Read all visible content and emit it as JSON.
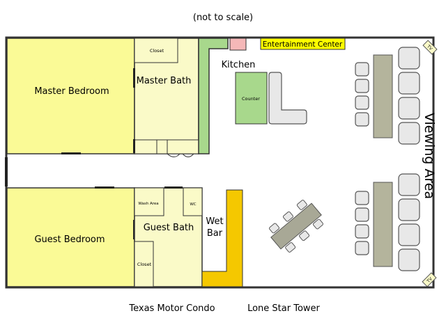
{
  "header": {
    "note": "(not to scale)"
  },
  "rooms": {
    "master_bedroom": "Master Bedroom",
    "master_bath": "Master Bath",
    "master_closet": "Closet",
    "guest_bedroom": "Guest Bedroom",
    "guest_bath": "Guest Bath",
    "guest_closet": "Closet",
    "wash_area": "Wash Area",
    "wc": "WC",
    "kitchen": "Kitchen",
    "counter": "Counter",
    "wet_bar_line1": "Wet",
    "wet_bar_line2": "Bar",
    "entertainment": "Entertainment Center",
    "viewing_area": "Viewing Area",
    "tv_top": "TV",
    "tv_bottom": "TV"
  },
  "footer": {
    "left": "Texas Motor Condo",
    "right": "Lone Star Tower"
  },
  "colors": {
    "bedroom": "#fafa96",
    "bath": "#fafac8",
    "kitchen_green": "#a8d88c",
    "wetbar": "#f5c800",
    "entertainment": "#ffff00",
    "fridge": "#f5b8b8",
    "furniture": "#b4b49c",
    "chair": "#e8e8e8",
    "label_blue": "#1a3e66"
  }
}
